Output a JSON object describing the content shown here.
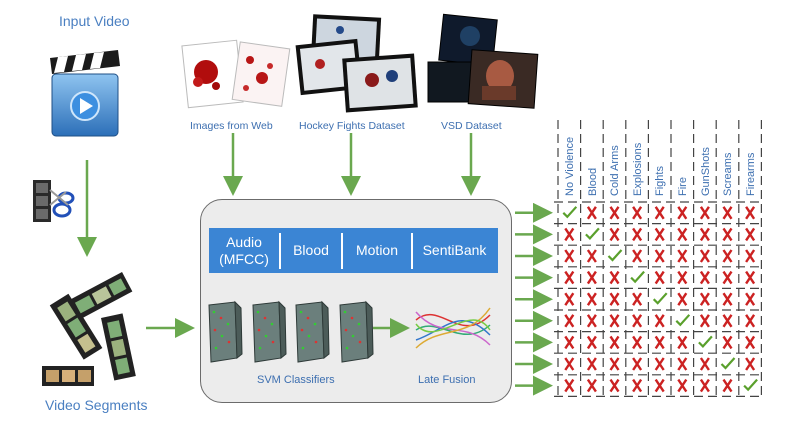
{
  "input_video_label": "Input Video",
  "video_segments_label": "Video Segments",
  "sources": [
    {
      "label": "Images from Web"
    },
    {
      "label": "Hockey Fights Dataset"
    },
    {
      "label": "VSD Dataset"
    }
  ],
  "features": [
    "Audio (MFCC)",
    "Blood",
    "Motion",
    "SentiBank"
  ],
  "svm_label": "SVM Classifiers",
  "fusion_label": "Late Fusion",
  "classes": [
    "No Violence",
    "Blood",
    "Cold Arms",
    "Explosions",
    "Fights",
    "Fire",
    "GunShots",
    "Screams",
    "Firearms"
  ],
  "check_positions": [
    0,
    1,
    2,
    3,
    4,
    5,
    6,
    7,
    8
  ],
  "colors": {
    "accent_blue": "#3b85d4",
    "arrow_green": "#6aa84f",
    "cross_red": "#cc2222",
    "check_green": "#5aa02c"
  },
  "icons": [
    "clapperboard-icon",
    "scissors-film-icon",
    "film-strip-icon",
    "svm-block-icon",
    "fusion-curves-icon"
  ]
}
